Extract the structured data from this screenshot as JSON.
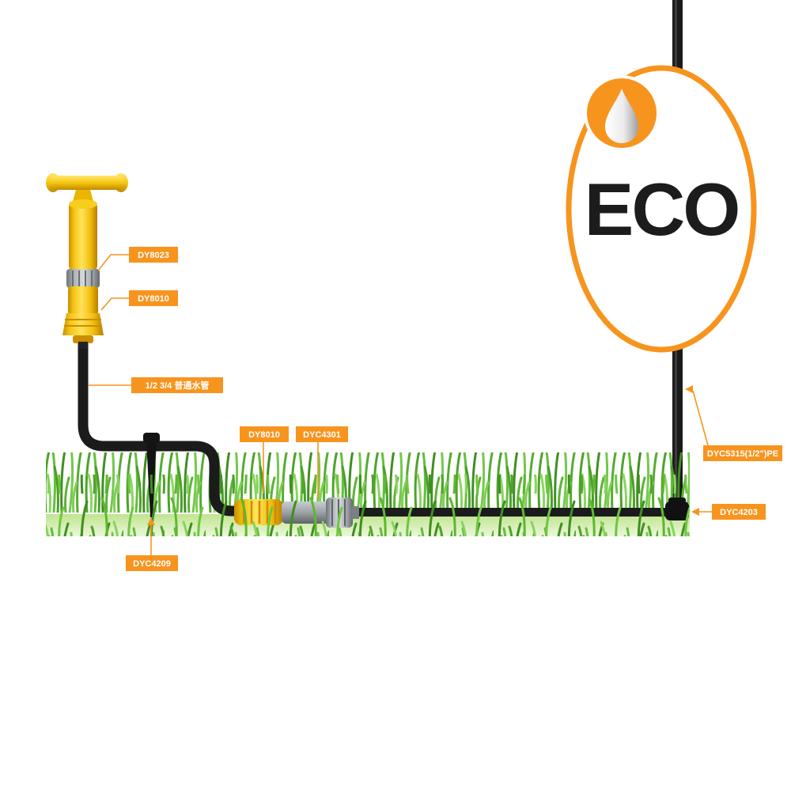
{
  "logo": {
    "text": "ECO",
    "icon": "water-drop"
  },
  "labels": {
    "dy8023": "DY8023",
    "dy8010_top": "DY8010",
    "hose_note": "1/2 3/4 普通水管",
    "dy8010_mid": "DY8010",
    "dyc4301": "DYC4301",
    "dyc4209": "DYC4209",
    "dyc5315": "DYC5315(1/2\")PE",
    "dyc4203": "DYC4203"
  },
  "colors": {
    "accent_orange": "#F7941E",
    "pipe_black": "#1B1B1B",
    "grass_green": "#5CB335",
    "tap_yellow": "#F5C400",
    "connector_gray": "#9CA1A5"
  }
}
